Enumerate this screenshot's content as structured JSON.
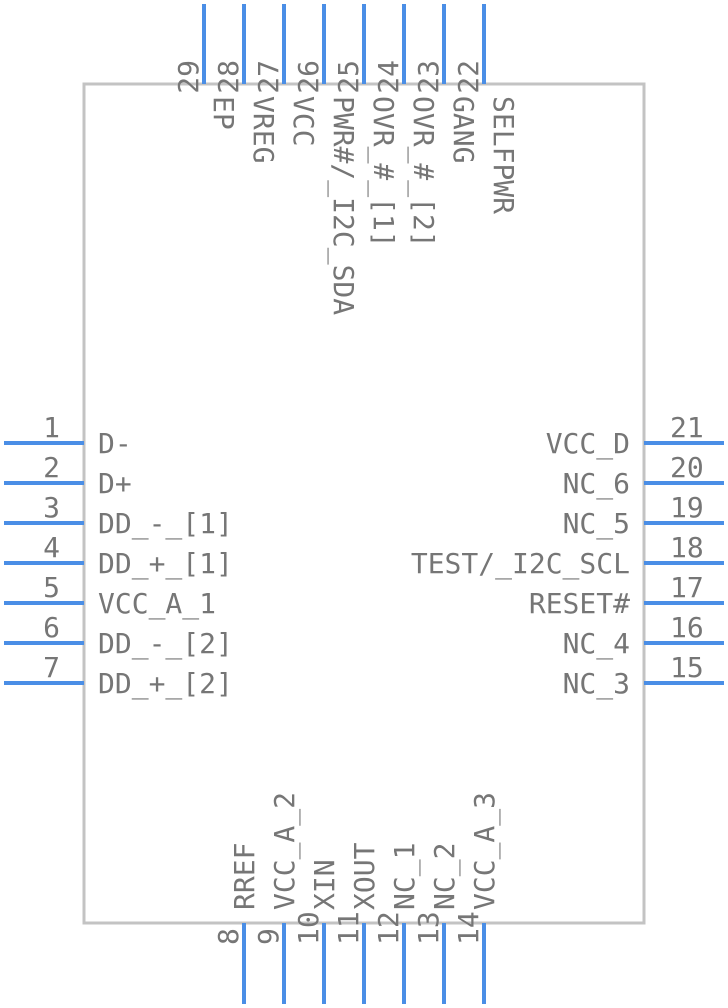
{
  "component": {
    "pins": {
      "left": [
        {
          "number": "1",
          "label": "D-"
        },
        {
          "number": "2",
          "label": "D+"
        },
        {
          "number": "3",
          "label": "DD_-_[1]"
        },
        {
          "number": "4",
          "label": "DD_+_[1]"
        },
        {
          "number": "5",
          "label": "VCC_A_1"
        },
        {
          "number": "6",
          "label": "DD_-_[2]"
        },
        {
          "number": "7",
          "label": "DD_+_[2]"
        }
      ],
      "right": [
        {
          "number": "21",
          "label": "VCC_D"
        },
        {
          "number": "20",
          "label": "NC_6"
        },
        {
          "number": "19",
          "label": "NC_5"
        },
        {
          "number": "18",
          "label": "TEST/_I2C_SCL"
        },
        {
          "number": "17",
          "label": "RESET#"
        },
        {
          "number": "16",
          "label": "NC_4"
        },
        {
          "number": "15",
          "label": "NC_3"
        }
      ],
      "top": [
        {
          "number": "29",
          "label": "EP"
        },
        {
          "number": "28",
          "label": "VREG"
        },
        {
          "number": "27",
          "label": "VCC"
        },
        {
          "number": "26",
          "label": "PWR#/_I2C_SDA"
        },
        {
          "number": "25",
          "label": "OVR_#_[1]"
        },
        {
          "number": "24",
          "label": "OVR_#_[2]"
        },
        {
          "number": "23",
          "label": "GANG"
        },
        {
          "number": "22",
          "label": "SELFPWR"
        }
      ],
      "bottom": [
        {
          "number": "8",
          "label": "RREF"
        },
        {
          "number": "9",
          "label": "VCC_A_2"
        },
        {
          "number": "10",
          "label": "XIN"
        },
        {
          "number": "11",
          "label": "XOUT"
        },
        {
          "number": "12",
          "label": "NC_1"
        },
        {
          "number": "13",
          "label": "NC_2"
        },
        {
          "number": "14",
          "label": "VCC_A_3"
        }
      ]
    }
  }
}
